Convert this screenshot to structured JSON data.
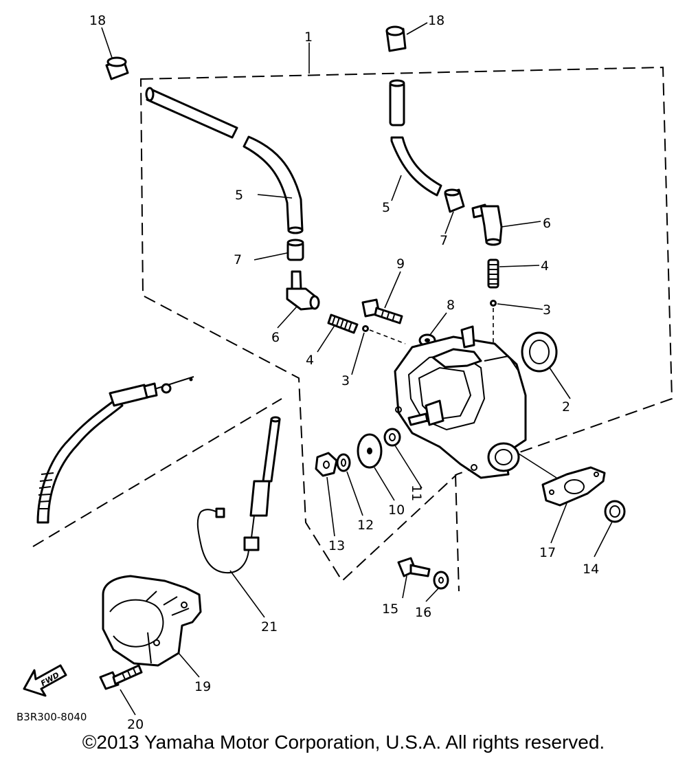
{
  "diagram": {
    "labels": {
      "l1": "1",
      "l2": "2",
      "l3a": "3",
      "l3b": "3",
      "l4a": "4",
      "l4b": "4",
      "l5a": "5",
      "l5b": "5",
      "l6a": "6",
      "l6b": "6",
      "l7a": "7",
      "l7b": "7",
      "l8": "8",
      "l9": "9",
      "l10": "10",
      "l11": "11",
      "l12": "12",
      "l13": "13",
      "l14": "14",
      "l15": "15",
      "l16": "16",
      "l17": "17",
      "l18a": "18",
      "l18b": "18",
      "l19": "19",
      "l20": "20",
      "l21": "21"
    },
    "fwd_label": "FWD",
    "diagram_code": "B3R300-8040"
  },
  "copyright": "©2013 Yamaha Motor Corporation, U.S.A. All rights reserved."
}
